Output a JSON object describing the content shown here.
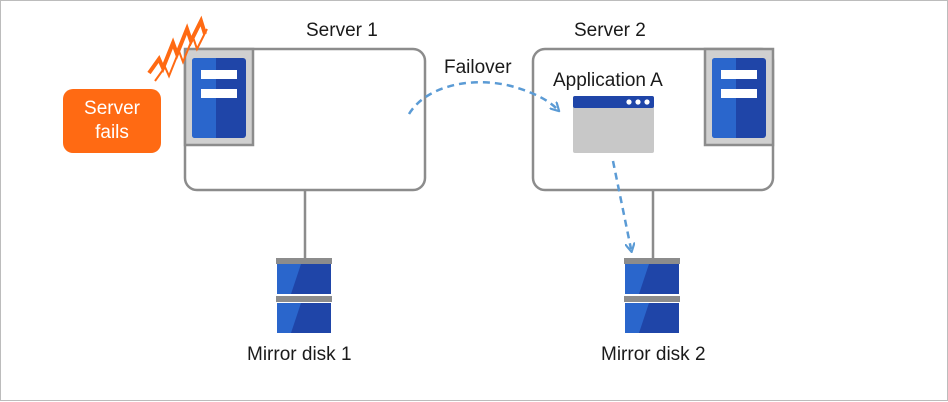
{
  "server1": {
    "label": "Server 1"
  },
  "server2": {
    "label": "Server 2"
  },
  "failover": {
    "label": "Failover"
  },
  "application": {
    "label": "Application A"
  },
  "failure": {
    "line1": "Server",
    "line2": "fails"
  },
  "disk1": {
    "label": "Mirror disk 1"
  },
  "disk2": {
    "label": "Mirror disk 2"
  },
  "colors": {
    "accent_orange": "#ff6a13",
    "server_blue": "#1f45a8",
    "arrow_blue": "#5b9bd5",
    "box_border": "#8c8c8c",
    "app_window_gray": "#c8c8c8"
  }
}
